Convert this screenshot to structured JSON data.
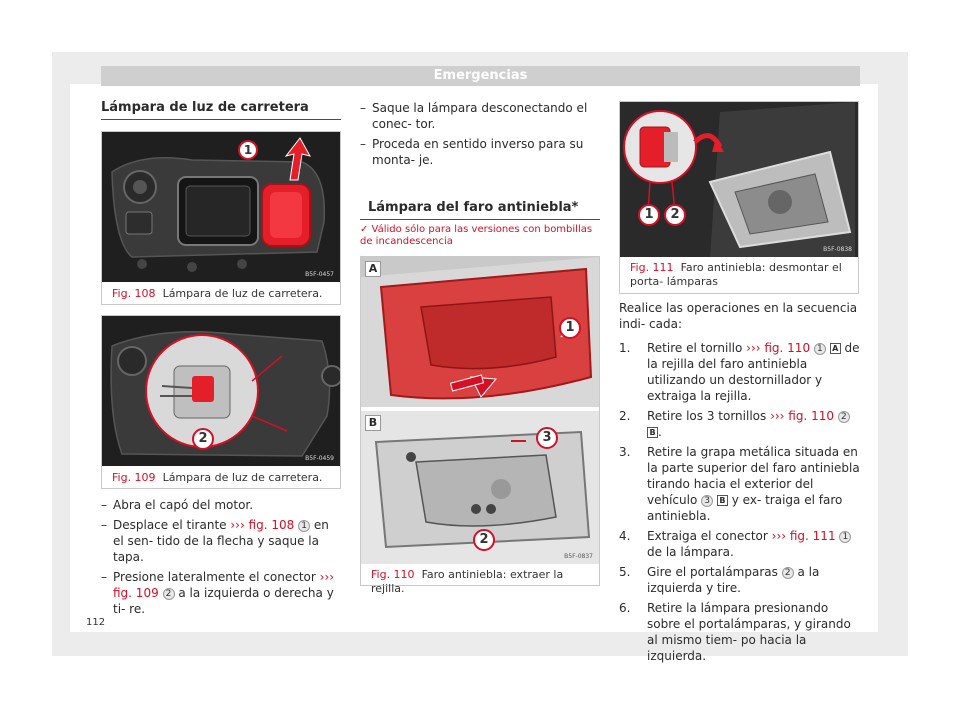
{
  "header": {
    "section": "Emergencias"
  },
  "left": {
    "title": "Lámpara de luz de carretera",
    "fig108": {
      "code": "B5F-0457",
      "label": "Fig. 108",
      "caption": "Lámpara de luz de carretera.",
      "callout": "1"
    },
    "fig109": {
      "code": "B5F-0459",
      "label": "Fig. 109",
      "caption": "Lámpara de luz de carretera.",
      "callout": "2"
    },
    "steps": [
      {
        "text": "Abra el capó del motor."
      },
      {
        "pre": "Desplace el tirante ",
        "ref": "››› fig. 108",
        "badge": "1",
        "post": " en el sen- tido de la flecha y saque la tapa."
      },
      {
        "pre": "Presione lateralmente el conector ",
        "ref": "››› fig. 109",
        "badge": "2",
        "post": " a la izquierda o derecha y ti- re."
      }
    ]
  },
  "middle": {
    "steps": [
      {
        "text": "Saque la lámpara desconectando el conec- tor."
      },
      {
        "text": "Proceda en sentido inverso para su monta- je."
      }
    ],
    "title": "Lámpara del faro antiniebla*",
    "note": "✓ Válido sólo para las versiones con bombillas de incandescencia",
    "fig110": {
      "code": "B5F-0837",
      "label": "Fig. 110",
      "caption": "Faro antiniebla: extraer la rejilla.",
      "panel_a": "A",
      "panel_b": "B",
      "callouts": [
        "1",
        "3",
        "2"
      ]
    }
  },
  "right": {
    "fig111": {
      "code": "B5F-0838",
      "label": "Fig. 111",
      "caption": "Faro antiniebla: desmontar el porta- lámparas",
      "callouts": [
        "1",
        "2"
      ]
    },
    "intro": "Realice las operaciones en la secuencia indi- cada:",
    "steps": [
      {
        "n": "1.",
        "pre": "Retire el tornillo ",
        "ref": "››› fig. 110",
        "badge": "1",
        "sq": "A",
        "post": " de la rejilla del faro antiniebla utilizando un destornillador y extraiga la rejilla."
      },
      {
        "n": "2.",
        "pre": "Retire los 3 tornillos ",
        "ref": "››› fig. 110",
        "badge": "2",
        "sq": "B",
        "post": "."
      },
      {
        "n": "3.",
        "pre": "Retire la grapa metálica situada en la parte superior del faro antiniebla tirando hacia el exterior del vehículo ",
        "badge": "3",
        "sq": "B",
        "post": " y ex- traiga el faro antiniebla."
      },
      {
        "n": "4.",
        "pre": "Extraiga el conector ",
        "ref": "››› fig. 111",
        "badge": "1",
        "post": " de la lámpara."
      },
      {
        "n": "5.",
        "pre": "Gire el portalámparas ",
        "badge": "2",
        "post": " a la izquierda y tire."
      },
      {
        "n": "6.",
        "pre": "Retire la lámpara presionando sobre el portalámparas, y girando al mismo tiem- po hacia la izquierda."
      }
    ]
  },
  "page_number": "112",
  "colors": {
    "accent": "#d50f25",
    "header_bg": "#cfcfcf",
    "frame_bg": "#ececec"
  }
}
